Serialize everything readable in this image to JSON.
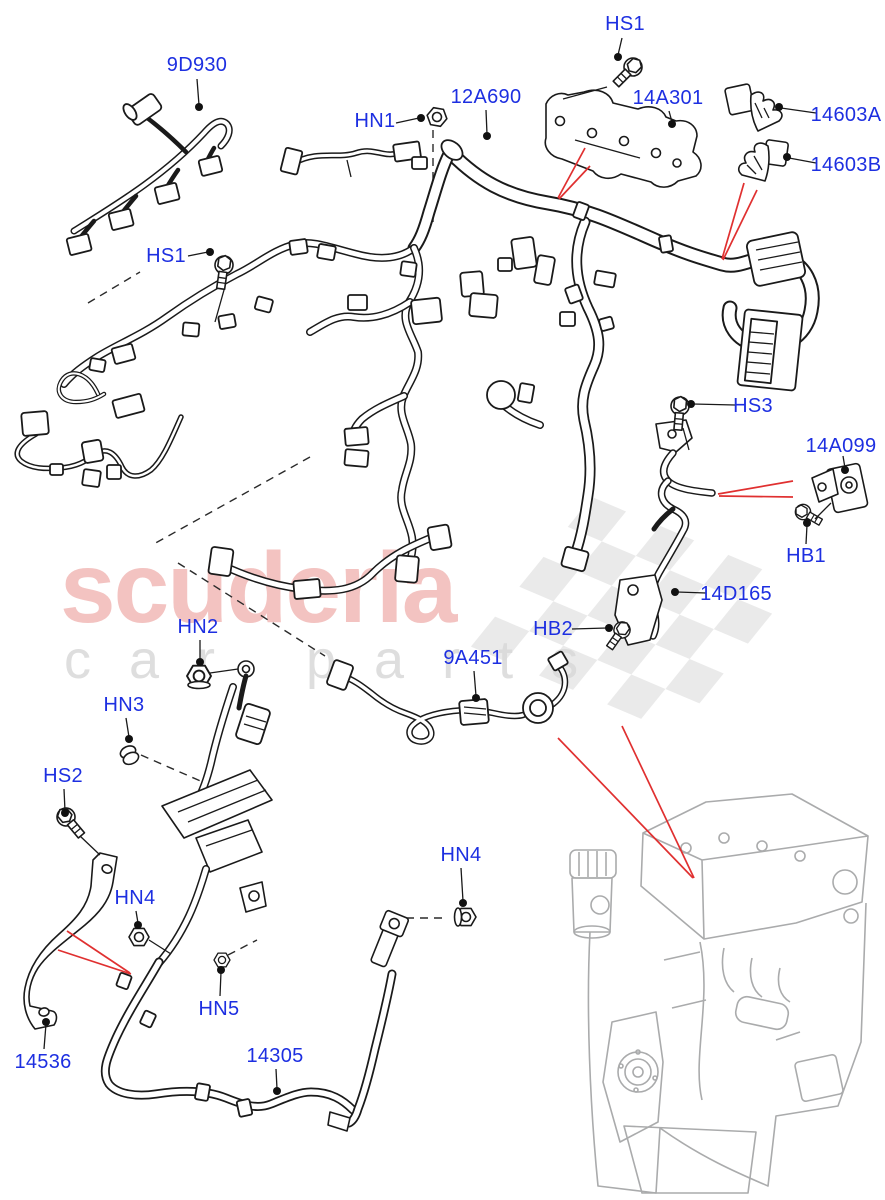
{
  "diagram": {
    "type": "exploded-parts-diagram",
    "subject": "engine wiring harness",
    "watermark": {
      "brand": "scuderia",
      "tagline": "car parts"
    },
    "colors": {
      "label_blue": "#1d2fe1",
      "line_black": "#1a1a1a",
      "arrow_red": "#e03030",
      "engine_gray": "#aaabac",
      "brand_pink": "#f3c3c1",
      "tagline_gray": "#dedede",
      "checker_gray": "#d9d9d9"
    },
    "labels": {
      "hs1_top": "HS1",
      "p9d930": "9D930",
      "hn1": "HN1",
      "p12a690": "12A690",
      "p14a301": "14A301",
      "p14603a": "14603A",
      "p14603b": "14603B",
      "hs1_left": "HS1",
      "hs3": "HS3",
      "p14a099": "14A099",
      "hb1": "HB1",
      "p14d165": "14D165",
      "hb2": "HB2",
      "hn2": "HN2",
      "p9a451": "9A451",
      "hn3": "HN3",
      "hs2": "HS2",
      "hn4_left": "HN4",
      "hn4_right": "HN4",
      "hn5": "HN5",
      "p14536": "14536",
      "p14305": "14305"
    }
  }
}
